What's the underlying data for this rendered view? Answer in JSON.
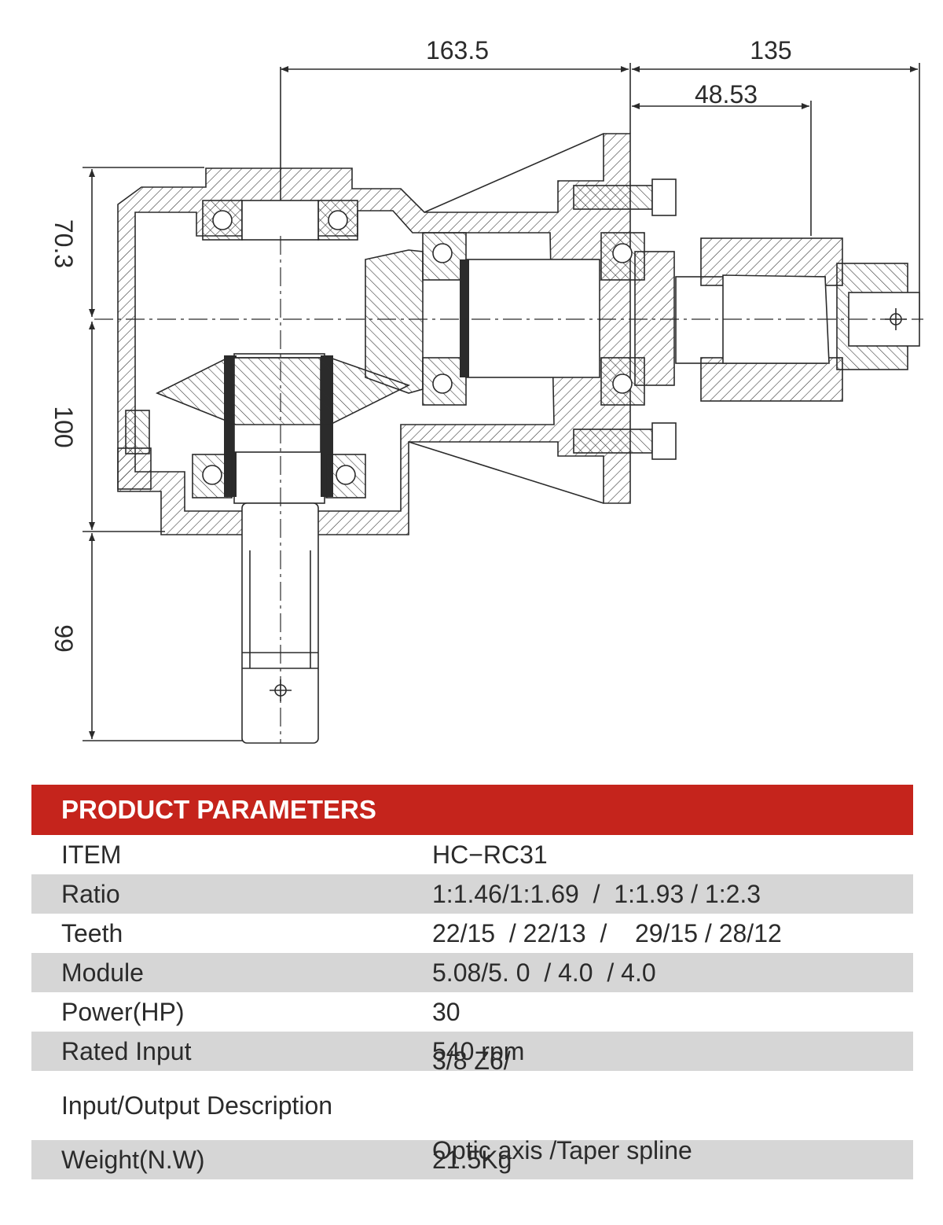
{
  "drawing": {
    "dimensions": {
      "top_left_width": "163.5",
      "top_right_width": "135",
      "shaft_offset": "48.53",
      "left_upper_height": "70.3",
      "left_middle_height": "100",
      "left_lower_height": "99"
    }
  },
  "params": {
    "header": "PRODUCT PARAMETERS",
    "rows": [
      {
        "label": "ITEM",
        "value": "HC−RC31"
      },
      {
        "label": "Ratio",
        "value": "1:1.46/1:1.69  /  1:1.93 / 1:2.3"
      },
      {
        "label": "Teeth",
        "value": "22/15  / 22/13  /    29/15 / 28/12"
      },
      {
        "label": "Module",
        "value": "5.08/5. 0  / 4.0  / 4.0"
      },
      {
        "label": "Power(HP)",
        "value": "30"
      },
      {
        "label": "Rated Input",
        "value": "540 rpm"
      },
      {
        "label": "Input/Output Description",
        "value_line1": "3/8 Z6/",
        "value_line2": "Optic axis /Taper spline"
      },
      {
        "label": "Weight(N.W)",
        "value": "21.5Kg"
      }
    ]
  },
  "colors": {
    "header_bg": "#c5241c",
    "stripe_bg": "#d6d6d6",
    "line": "#2b2b2b"
  },
  "icons": [
    "arrow-icon",
    "crosshair-icon"
  ]
}
